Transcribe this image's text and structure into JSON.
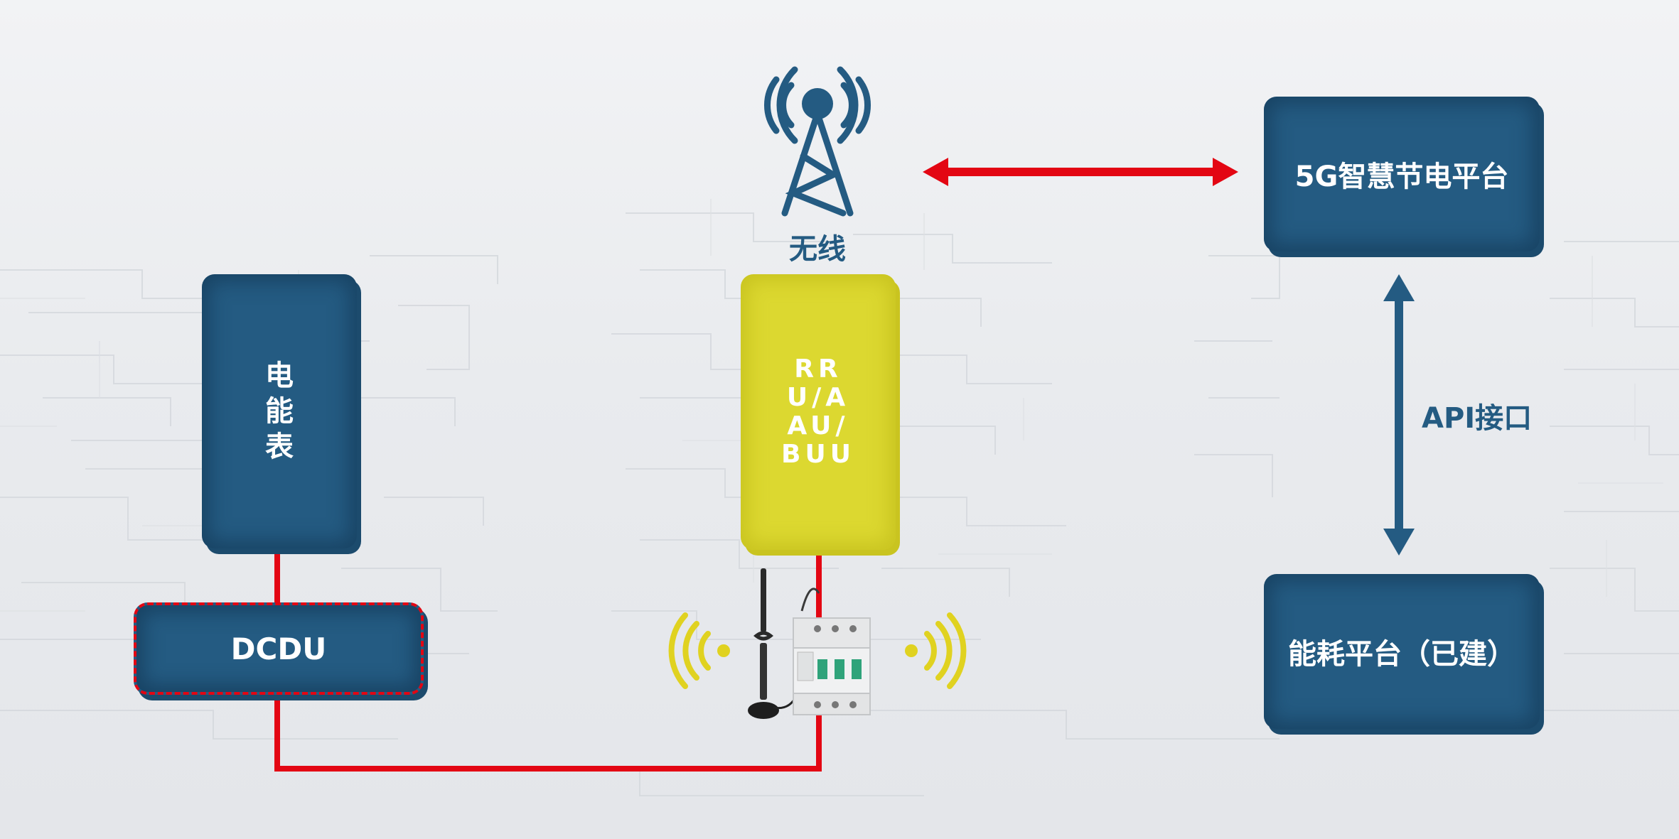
{
  "nodes": {
    "meter": "电能表",
    "dcdu": "DCDU",
    "rru": "RRU/AAU/BUU",
    "wireless": "无线",
    "platform": "5G智慧节电平台",
    "energy": "能耗平台（已建）",
    "api": "API接口"
  },
  "colors": {
    "box_blue": "#245b82",
    "box_yellow": "#dcd830",
    "line_red": "#e30613",
    "signal_yellow": "#e0d220"
  }
}
